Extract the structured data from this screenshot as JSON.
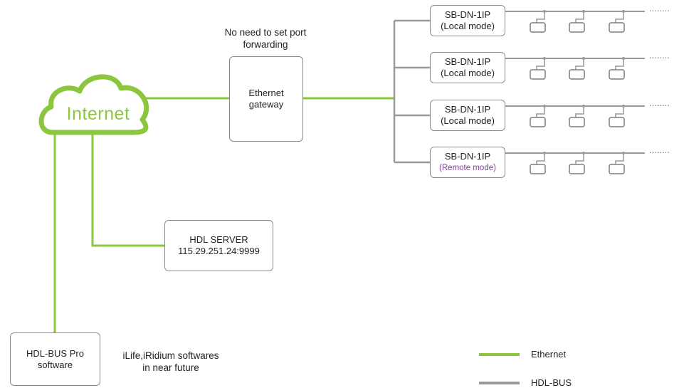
{
  "cloud": {
    "label": "Internet"
  },
  "note_port": "No need to set port forwarding",
  "gateway": {
    "label_line1": "Ethernet",
    "label_line2": "gateway"
  },
  "server": {
    "label_line1": "HDL SERVER",
    "label_line2": "115.29.251.24:9999"
  },
  "software": {
    "label_line1": "HDL-BUS Pro",
    "label_line2": "software"
  },
  "future_note": {
    "line1": "iLife,iRidium  softwares",
    "line2": "in near future"
  },
  "modules": [
    {
      "name": "SB-DN-1IP",
      "mode": "(Local mode)"
    },
    {
      "name": "SB-DN-1IP",
      "mode": "(Local mode)"
    },
    {
      "name": "SB-DN-1IP",
      "mode": "(Local mode)"
    },
    {
      "name": "SB-DN-1IP",
      "mode": "(Remote mode)"
    }
  ],
  "bus_continuation": "........",
  "legend": [
    {
      "label": "Ethernet",
      "color": "#8cc63f"
    },
    {
      "label": "HDL-BUS",
      "color": "#999999"
    }
  ],
  "colors": {
    "ethernet": "#8cc63f",
    "bus": "#999999",
    "remote_text": "#7b3f8f"
  }
}
